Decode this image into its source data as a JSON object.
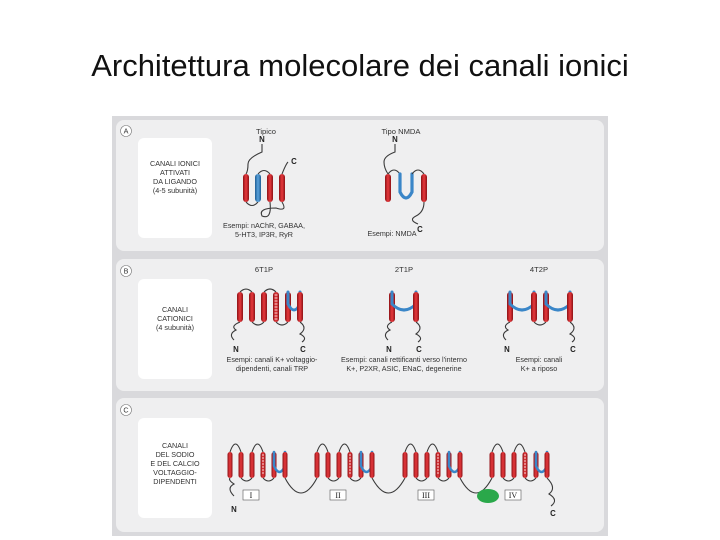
{
  "slide_title": "Architettura molecolare dei canali ionici",
  "colors": {
    "helix": "#d6262c",
    "pore": "#3a86c8",
    "loop": "#3a3a3a",
    "domain": "#2aa84a",
    "panel": "#eeeeee",
    "figure_bg": "#d9d9dc",
    "box": "#ffffff"
  },
  "panel_a": {
    "letter": "A",
    "category": "CANALI IONICI\nATTIVATI\nDA LIGANDO\n(4-5 subunità)",
    "types": [
      {
        "title": "Tipico",
        "examples": "Esempi: nAChR, GABAA,\n5-HT3, IP3R, RyR"
      },
      {
        "title": "Tipo NMDA",
        "examples": "Esempi: NMDA"
      }
    ]
  },
  "panel_b": {
    "letter": "B",
    "category": "CANALI\nCATIONICI\n(4 subunità)",
    "types": [
      {
        "title": "6T1P",
        "examples": "Esempi: canali K+ voltaggio-\ndipendenti, canali TRP"
      },
      {
        "title": "2T1P",
        "examples": "Esempi: canali rettificanti verso l'interno\nK+, P2XR, ASIC, ENaC, degenerine"
      },
      {
        "title": "4T2P",
        "examples": "Esempi: canali\nK+ a riposo"
      }
    ]
  },
  "panel_c": {
    "letter": "C",
    "category": "CANALI\nDEL SODIO\nE DEL CALCIO\nVOLTAGGIO-\nDIPENDENTI",
    "domains": [
      "I",
      "II",
      "III",
      "IV"
    ]
  },
  "termini": {
    "n": "N",
    "c": "C"
  }
}
